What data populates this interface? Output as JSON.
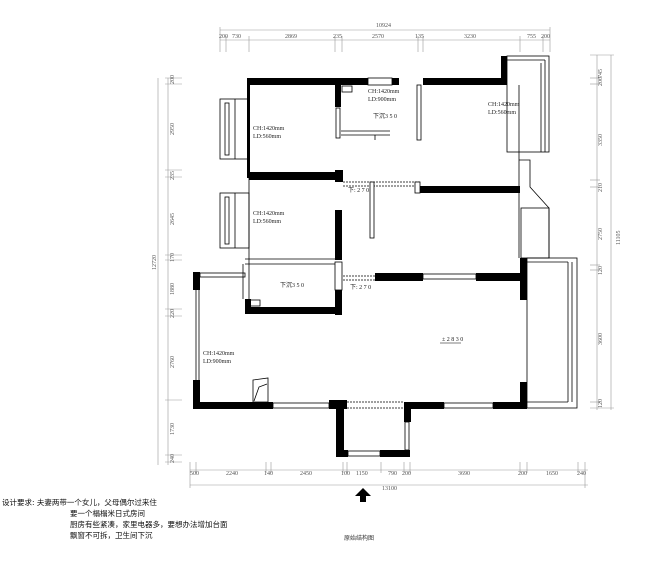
{
  "plan": {
    "title_caption": "原始结构图",
    "top_dimensions": {
      "overall": "10924",
      "segments": [
        "200",
        "730",
        "2869",
        "235",
        "2570",
        "135",
        "3230",
        "755",
        "200"
      ]
    },
    "bottom_dimensions": {
      "overall": "13100",
      "segments": [
        "500",
        "2240",
        "140",
        "2450",
        "100",
        "1150",
        "790",
        "200",
        "3690",
        "200",
        "1650",
        "240"
      ]
    },
    "left_dimensions": {
      "overall": "12720",
      "segments": [
        "200",
        "2950",
        "235",
        "2645",
        "170",
        "1880",
        "220",
        "2760",
        "1730",
        "240"
      ]
    },
    "right_dimensions": {
      "overall": "11105",
      "segments": [
        "745",
        "200",
        "3350",
        "210",
        "2750",
        "120",
        "3600",
        "120"
      ]
    },
    "room_annotations": [
      {
        "id": "bay-bedroom-1",
        "ch": "CH:1420mm",
        "ld": "LD:560mm"
      },
      {
        "id": "bay-bedroom-2",
        "ch": "CH:1420mm",
        "ld": "LD:900mm"
      },
      {
        "id": "bay-bedroom-3",
        "ch": "CH:1420mm",
        "ld": "LD:560mm"
      },
      {
        "id": "bay-bedroom-4",
        "ch": "CH:1420mm",
        "ld": "LD:560mm"
      },
      {
        "id": "bay-living",
        "ch": "CH:1420mm",
        "ld": "LD:900mm"
      }
    ],
    "level_marks": {
      "bath_top": "下沉3 5 0",
      "corridor_top": "下: 2 7 0",
      "bath_bottom": "下沉3 5 0",
      "corridor_bottom": "下: 2 7 0",
      "living": "± 2 8 3 0"
    },
    "north_arrow": "entrance-arrow"
  },
  "notes": {
    "heading": "设计要求:",
    "lines": [
      "夫妻两带一个女儿，父母偶尔过来住",
      "要一个榻榻米日式房间",
      "厨房有些紧凑，家里电器多，要想办法增加台面",
      "飘窗不可拆，卫生间下沉"
    ]
  }
}
